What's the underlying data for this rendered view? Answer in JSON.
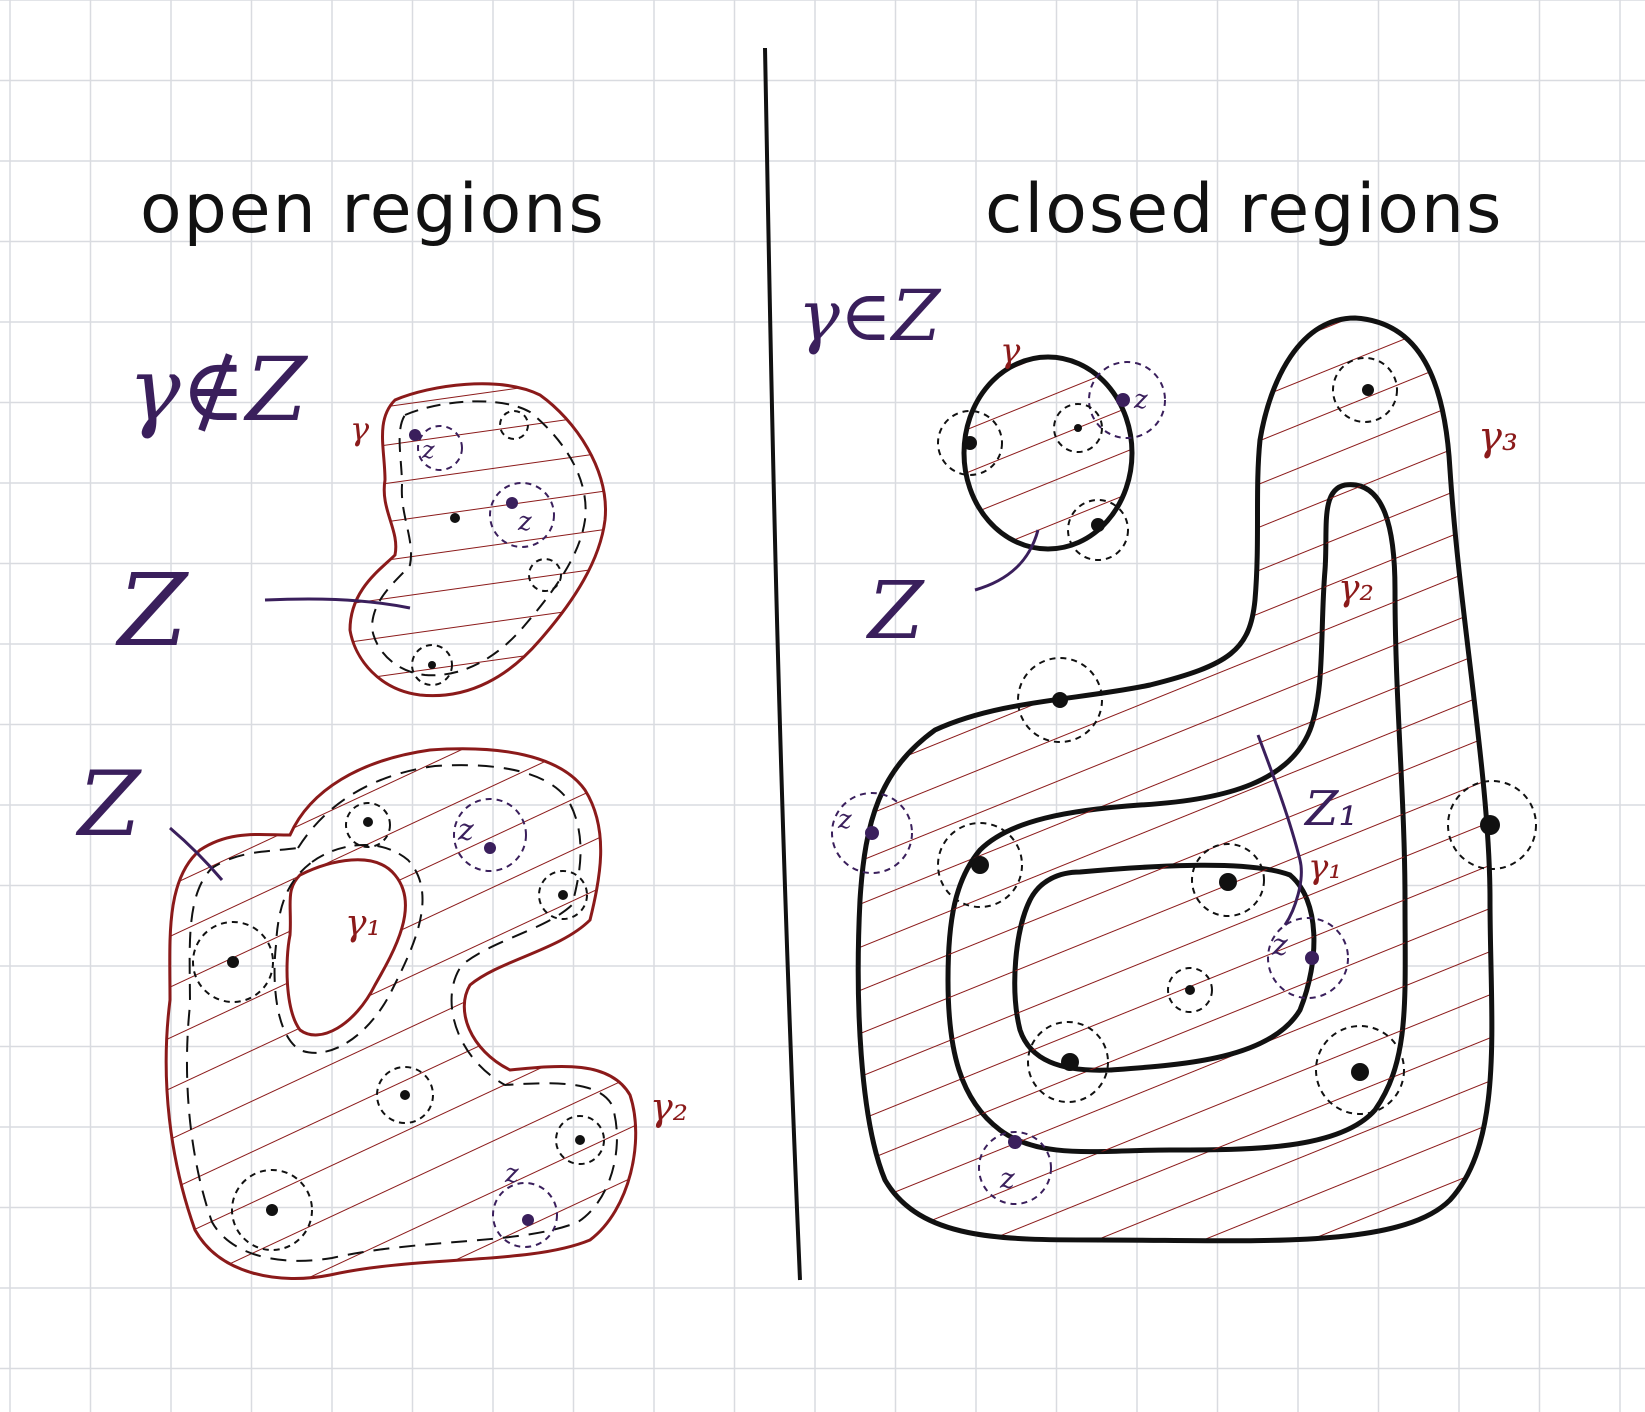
{
  "colors": {
    "grid": "#d9dbe0",
    "ink": "#111111",
    "curve": "#8b1a1a",
    "hatch": "#8b1a1a",
    "label_purple": "#3a1f5c",
    "point": "#111111",
    "zpoint": "#3a1f5c"
  },
  "left_panel": {
    "title": "open regions",
    "condition": "γ∉Z",
    "z_labels": [
      "Z",
      "Z"
    ],
    "curve_labels": {
      "gamma": "γ",
      "gamma1": "γ₁",
      "gamma2": "γ₂"
    },
    "point_labels": [
      "z",
      "z",
      "z",
      "z"
    ]
  },
  "right_panel": {
    "title": "closed regions",
    "condition": "γ∈Z",
    "z_labels": [
      "Z",
      "Z₁"
    ],
    "curve_labels": {
      "gamma": "γ",
      "gamma1": "γ₁",
      "gamma2": "γ₂",
      "gamma3": "γ₃"
    },
    "point_labels": [
      "z",
      "z",
      "z",
      "z"
    ]
  }
}
